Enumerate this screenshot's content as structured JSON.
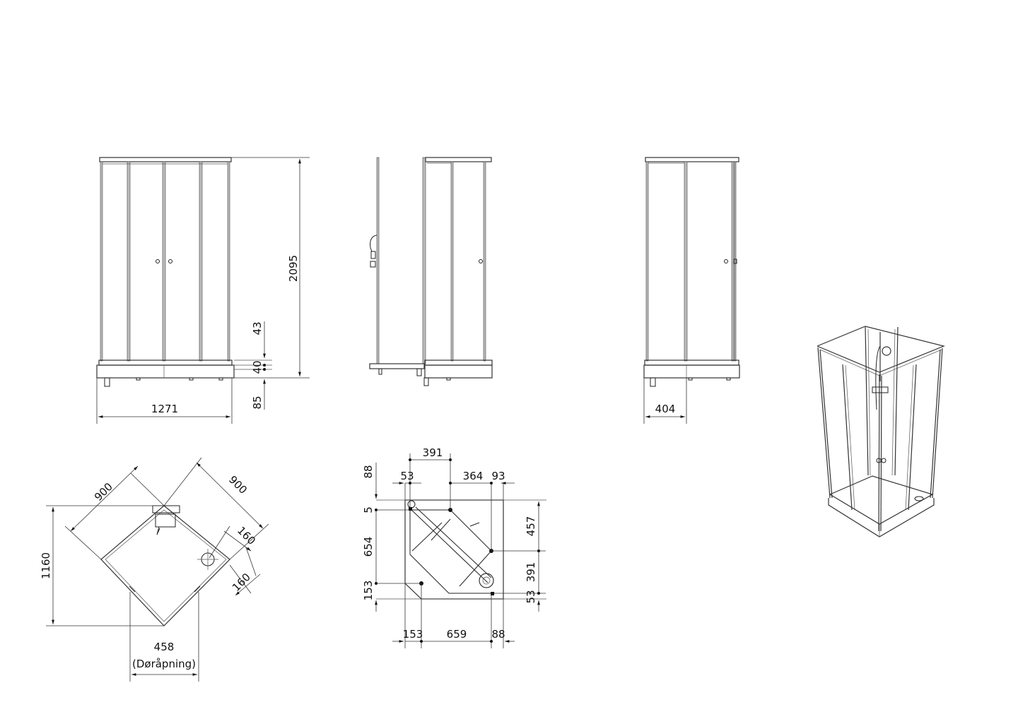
{
  "drawing": {
    "type": "technical-dimension-drawing",
    "subject": "corner shower cabin",
    "units": "mm"
  },
  "views": {
    "front": {
      "width": "1271",
      "height": "2095",
      "dim_43": "43",
      "dim_40": "40",
      "dim_85": "85"
    },
    "side_left": {},
    "side_right": {
      "width": "404"
    },
    "isometric": {},
    "top_plan": {
      "side_a": "900",
      "side_b": "900",
      "depth": "1160",
      "drain_offset_1": "160",
      "drain_offset_2": "160",
      "door_opening_value": "458",
      "door_opening_label": "(Døråpning)"
    },
    "base_plan": {
      "top_391": "391",
      "top_53": "53",
      "top_364": "364",
      "top_93": "93",
      "left_88": "88",
      "left_5": "5",
      "left_654": "654",
      "left_153": "153",
      "right_457": "457",
      "right_391": "391",
      "right_53": "53",
      "bottom_153": "153",
      "bottom_659": "659",
      "bottom_88": "88"
    }
  }
}
